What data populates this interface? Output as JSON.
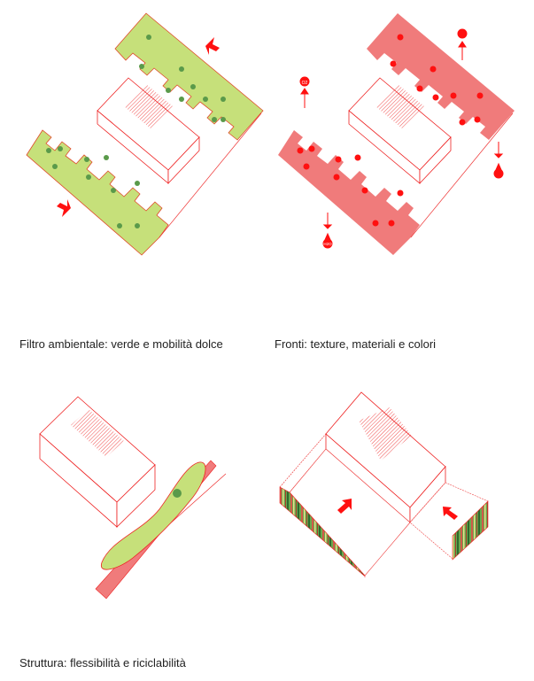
{
  "captions": {
    "green_filter": "Filtro ambientale: verde e mobilità dolce",
    "facades": "Fronti: texture, materiali e colori",
    "structure": "Struttura: flessibilità e riciclabilità"
  },
  "labels": {
    "water": "H2O",
    "oxygen": "O2"
  },
  "colors": {
    "green": "#c6e07a",
    "red": "#f07b7b",
    "line": "#ee2222",
    "arrow": "#ff1010"
  }
}
